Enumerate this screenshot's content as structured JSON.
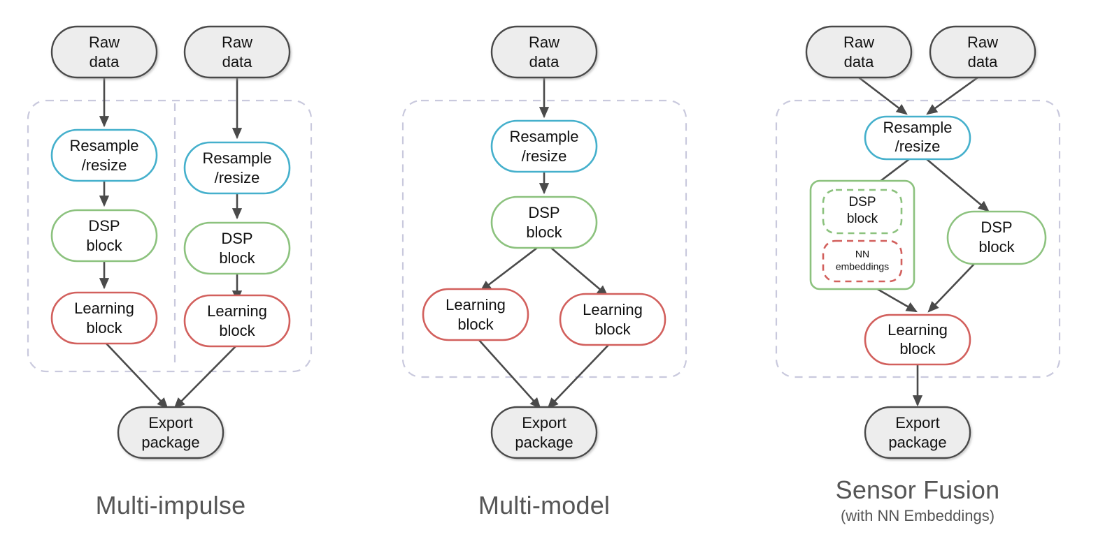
{
  "diagram": {
    "title_visible": false,
    "colors": {
      "raw_data_fill": "#ededed",
      "raw_data_stroke": "#4a4a4a",
      "resample_stroke": "#45b0cc",
      "dsp_stroke": "#8cc27e",
      "learning_stroke": "#d2605d",
      "group_dashed_stroke": "#c9c9dd",
      "edge_stroke": "#4a4a4a",
      "label_text": "#555555",
      "node_text": "#111111",
      "node_fill": "#ffffff"
    },
    "labels": {
      "raw_data": "Raw\ndata",
      "raw_data_line1": "Raw",
      "raw_data_line2": "data",
      "resample_line1": "Resample",
      "resample_line2": "/resize",
      "dsp_line1": "DSP",
      "dsp_line2": "block",
      "learning_line1": "Learning",
      "learning_line2": "block",
      "nn_line1": "NN",
      "nn_line2": "embeddings",
      "export_line1": "Export",
      "export_line2": "package"
    },
    "columns": [
      {
        "id": "multi-impulse",
        "title": "Multi-impulse",
        "subtitle": "",
        "nodes": [
          {
            "id": "raw-data-1",
            "type": "raw-data",
            "line1": "Raw",
            "line2": "data"
          },
          {
            "id": "raw-data-2",
            "type": "raw-data",
            "line1": "Raw",
            "line2": "data"
          },
          {
            "id": "resample-1",
            "type": "resample",
            "line1": "Resample",
            "line2": "/resize"
          },
          {
            "id": "resample-2",
            "type": "resample",
            "line1": "Resample",
            "line2": "/resize"
          },
          {
            "id": "dsp-1",
            "type": "dsp",
            "line1": "DSP",
            "line2": "block"
          },
          {
            "id": "dsp-2",
            "type": "dsp",
            "line1": "DSP",
            "line2": "block"
          },
          {
            "id": "learning-1",
            "type": "learning",
            "line1": "Learning",
            "line2": "block"
          },
          {
            "id": "learning-2",
            "type": "learning",
            "line1": "Learning",
            "line2": "block"
          },
          {
            "id": "export-1",
            "type": "export",
            "line1": "Export",
            "line2": "package"
          }
        ],
        "edges": [
          "raw-data-1 -> resample-1",
          "raw-data-2 -> resample-2",
          "resample-1 -> dsp-1",
          "resample-2 -> dsp-2",
          "dsp-1 -> learning-1",
          "dsp-2 -> learning-2",
          "learning-1 -> export-1",
          "learning-2 -> export-1"
        ]
      },
      {
        "id": "multi-model",
        "title": "Multi-model",
        "subtitle": "",
        "nodes": [
          {
            "id": "raw-data-1",
            "type": "raw-data",
            "line1": "Raw",
            "line2": "data"
          },
          {
            "id": "resample-1",
            "type": "resample",
            "line1": "Resample",
            "line2": "/resize"
          },
          {
            "id": "dsp-1",
            "type": "dsp",
            "line1": "DSP",
            "line2": "block"
          },
          {
            "id": "learning-1",
            "type": "learning",
            "line1": "Learning",
            "line2": "block"
          },
          {
            "id": "learning-2",
            "type": "learning",
            "line1": "Learning",
            "line2": "block"
          },
          {
            "id": "export-1",
            "type": "export",
            "line1": "Export",
            "line2": "package"
          }
        ],
        "edges": [
          "raw-data-1 -> resample-1",
          "resample-1 -> dsp-1",
          "dsp-1 -> learning-1",
          "dsp-1 -> learning-2",
          "learning-1 -> export-1",
          "learning-2 -> export-1"
        ]
      },
      {
        "id": "sensor-fusion",
        "title": "Sensor Fusion",
        "subtitle": "(with NN Embeddings)",
        "nodes": [
          {
            "id": "raw-data-1",
            "type": "raw-data",
            "line1": "Raw",
            "line2": "data"
          },
          {
            "id": "raw-data-2",
            "type": "raw-data",
            "line1": "Raw",
            "line2": "data"
          },
          {
            "id": "resample-1",
            "type": "resample",
            "line1": "Resample",
            "line2": "/resize"
          },
          {
            "id": "dsp-group",
            "type": "dsp-group",
            "line1": "",
            "line2": ""
          },
          {
            "id": "dsp-dashed",
            "type": "dsp-dashed",
            "line1": "DSP",
            "line2": "block"
          },
          {
            "id": "nn-embeddings",
            "type": "nn-dashed",
            "line1": "NN",
            "line2": "embeddings"
          },
          {
            "id": "dsp-2",
            "type": "dsp",
            "line1": "DSP",
            "line2": "block"
          },
          {
            "id": "learning-1",
            "type": "learning",
            "line1": "Learning",
            "line2": "block"
          },
          {
            "id": "export-1",
            "type": "export",
            "line1": "Export",
            "line2": "package"
          }
        ],
        "edges": [
          "raw-data-1 -> resample-1",
          "raw-data-2 -> resample-1",
          "resample-1 -> dsp-group",
          "resample-1 -> dsp-2",
          "dsp-group -> learning-1",
          "dsp-2 -> learning-1",
          "learning-1 -> export-1"
        ]
      }
    ]
  }
}
